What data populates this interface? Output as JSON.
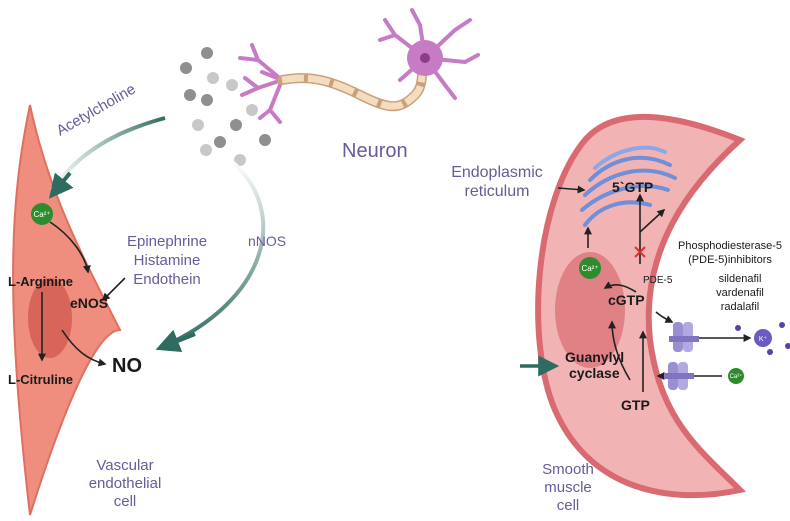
{
  "labels": {
    "acetylcholine": "Acetylcholine",
    "neuron": "Neuron",
    "nnos": "nNOS",
    "epinephrine": "Epinephrine",
    "histamine": "Histamine",
    "endothein": "Endothein",
    "l_arginine": "L-Arginine",
    "enos": "eNOS",
    "l_citruline": "L-Citruline",
    "no": "NO",
    "vascular_1": "Vascular",
    "vascular_2": "endothelial",
    "vascular_3": "cell",
    "er_1": "Endoplasmic",
    "er_2": "reticulum",
    "five_gtp": "5`GTP",
    "pde5_name_1": "Phosphodiesterase-5",
    "pde5_name_2": "(PDE-5)inhibitors",
    "sildenafil": "sildenafil",
    "vardenafil": "vardenafil",
    "radalafil": "radalafil",
    "pde5": "PDE-5",
    "cgtp": "cGTP",
    "guanylyl_1": "Guanylyl",
    "guanylyl_2": "cyclase",
    "gtp": "GTP",
    "smooth_1": "Smooth",
    "smooth_2": "muscle",
    "smooth_3": "cell",
    "ca_1": "Ca²⁺",
    "ca_2": "Ca²⁺",
    "ca_3": "Ca²⁺",
    "k_ion": "K⁺"
  },
  "colors": {
    "endothelial_fill": "#ef8e7e",
    "endothelial_stroke": "#e0705e",
    "nucleus_fill": "#d8655a",
    "muscle_fill": "#f2b3b5",
    "muscle_stroke": "#d96a72",
    "muscle_nucleus": "#e08185",
    "arrow_teal": "#2f6b60",
    "label_purple": "#6a5a9a",
    "calcium_green": "#2e8b2e",
    "neuron_pink": "#c77bc5",
    "inhibit_red": "#e0302c"
  },
  "icons": [
    "neuron-icon",
    "endoplasmic-reticulum-icon",
    "ion-channel-icon",
    "calcium-ion-icon",
    "potassium-ion-icon",
    "inhibition-x-icon"
  ]
}
